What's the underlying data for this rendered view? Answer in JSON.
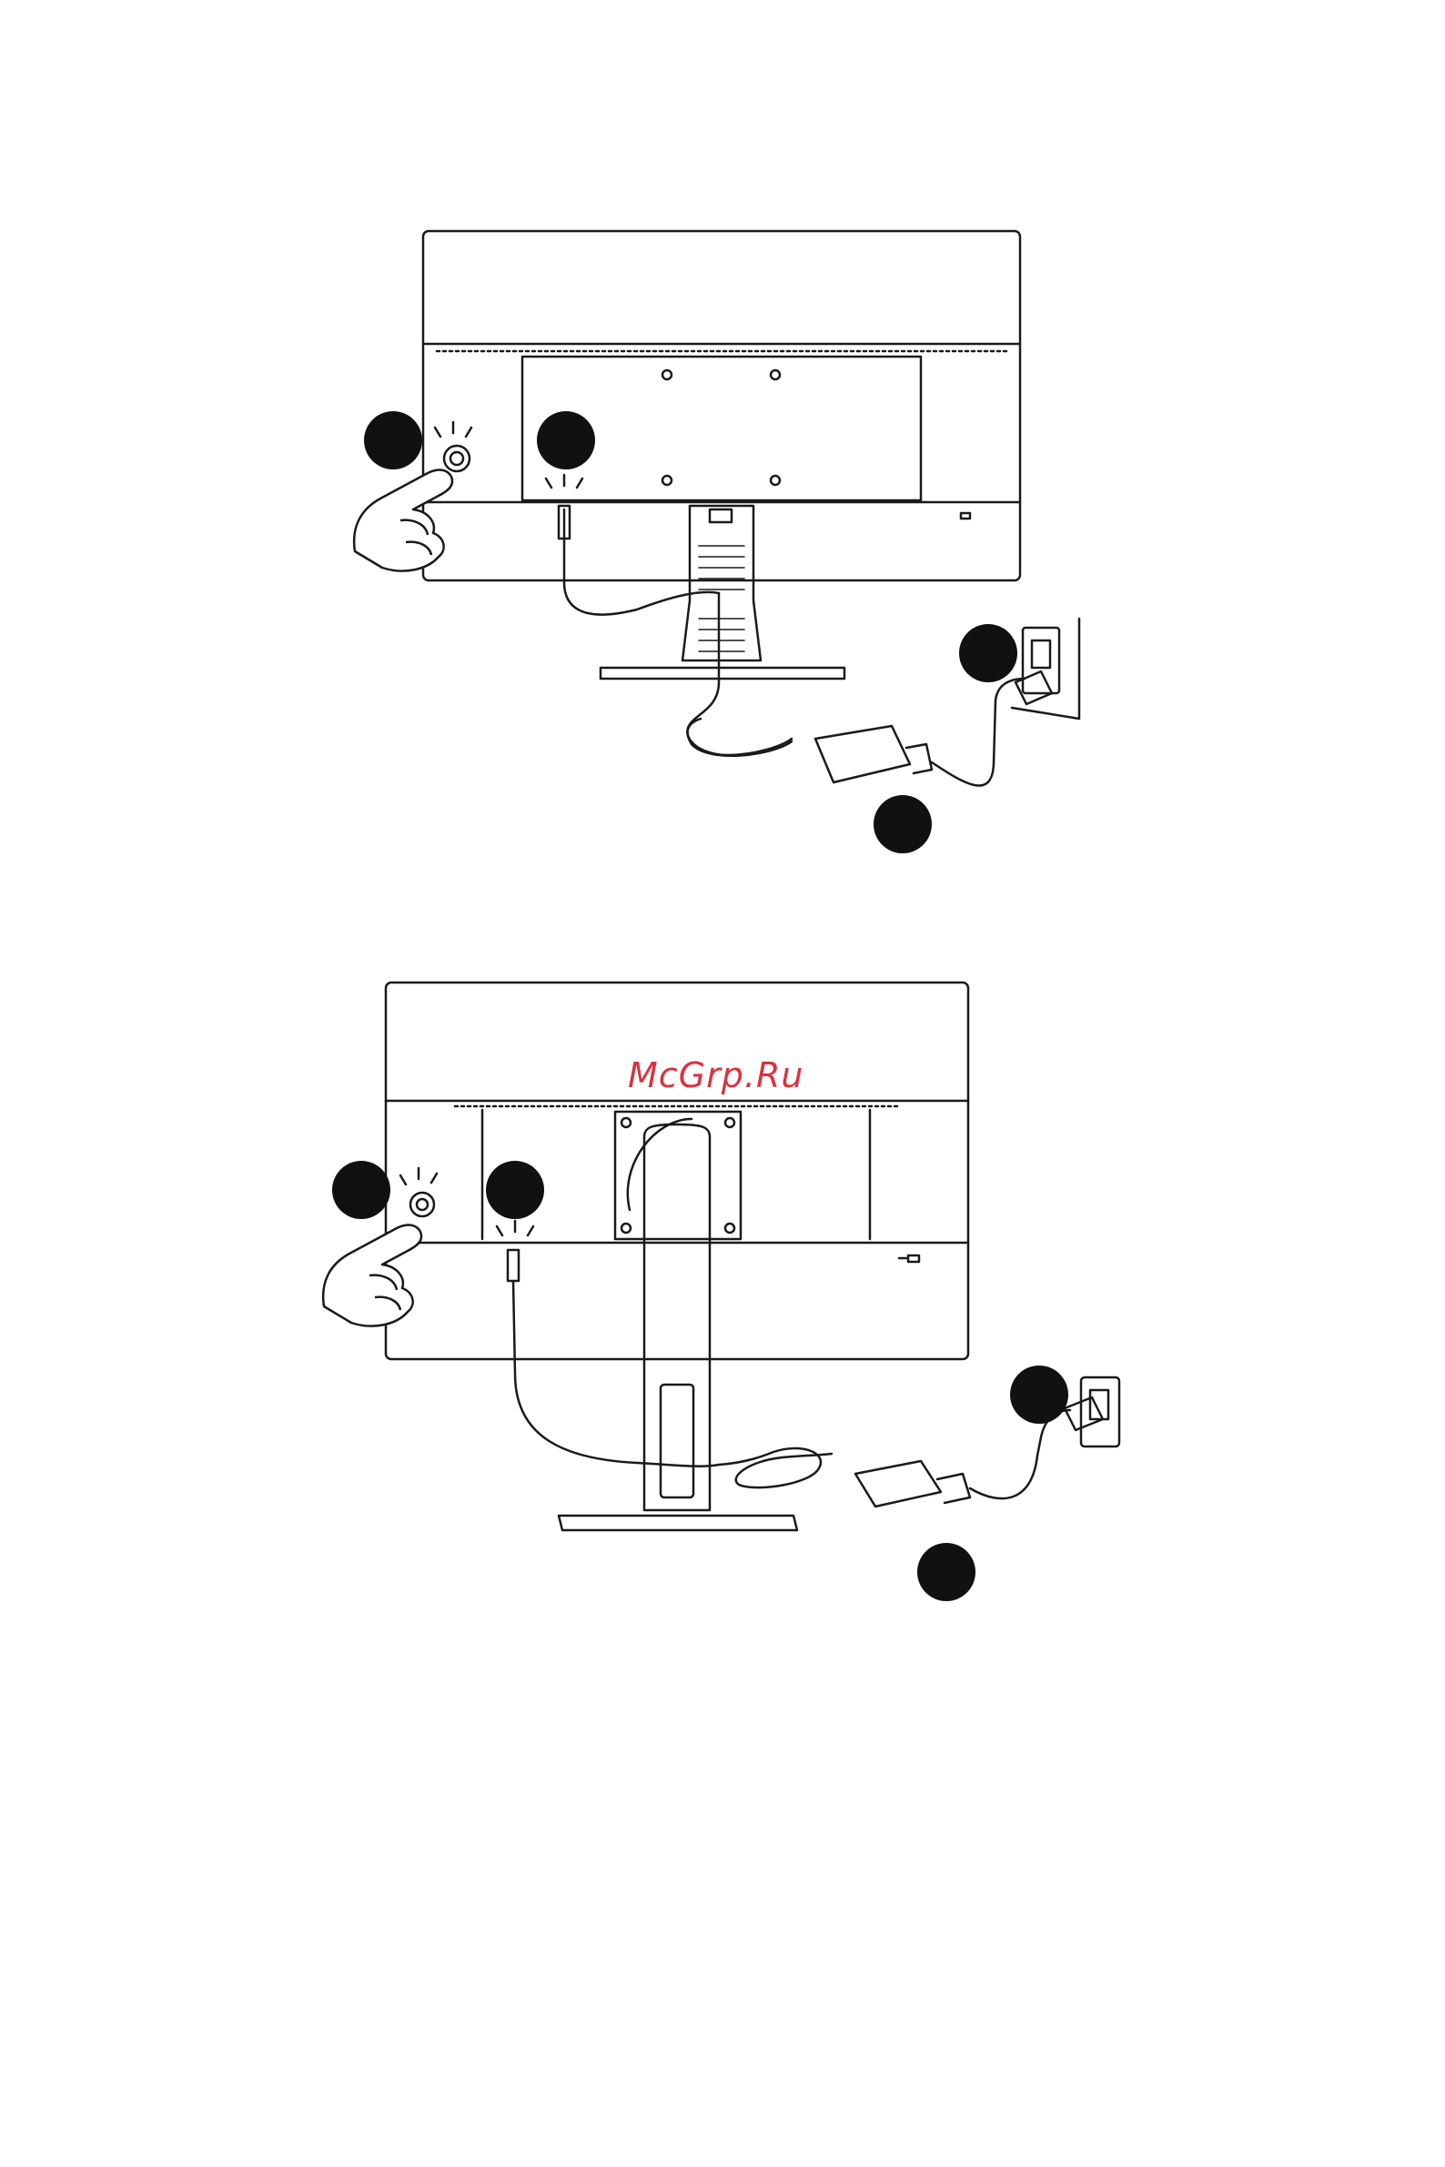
{
  "page": {
    "watermark": "McGrp.Ru"
  },
  "figures": [
    {
      "name": "fig-top",
      "description_visible": "",
      "step_markers": 4
    },
    {
      "name": "fig-bottom",
      "description_visible": "",
      "step_markers": 4
    }
  ],
  "colors": {
    "line": "#1a1a1a",
    "marker": "#111111",
    "watermark": "#d9333f",
    "background": "#ffffff"
  }
}
